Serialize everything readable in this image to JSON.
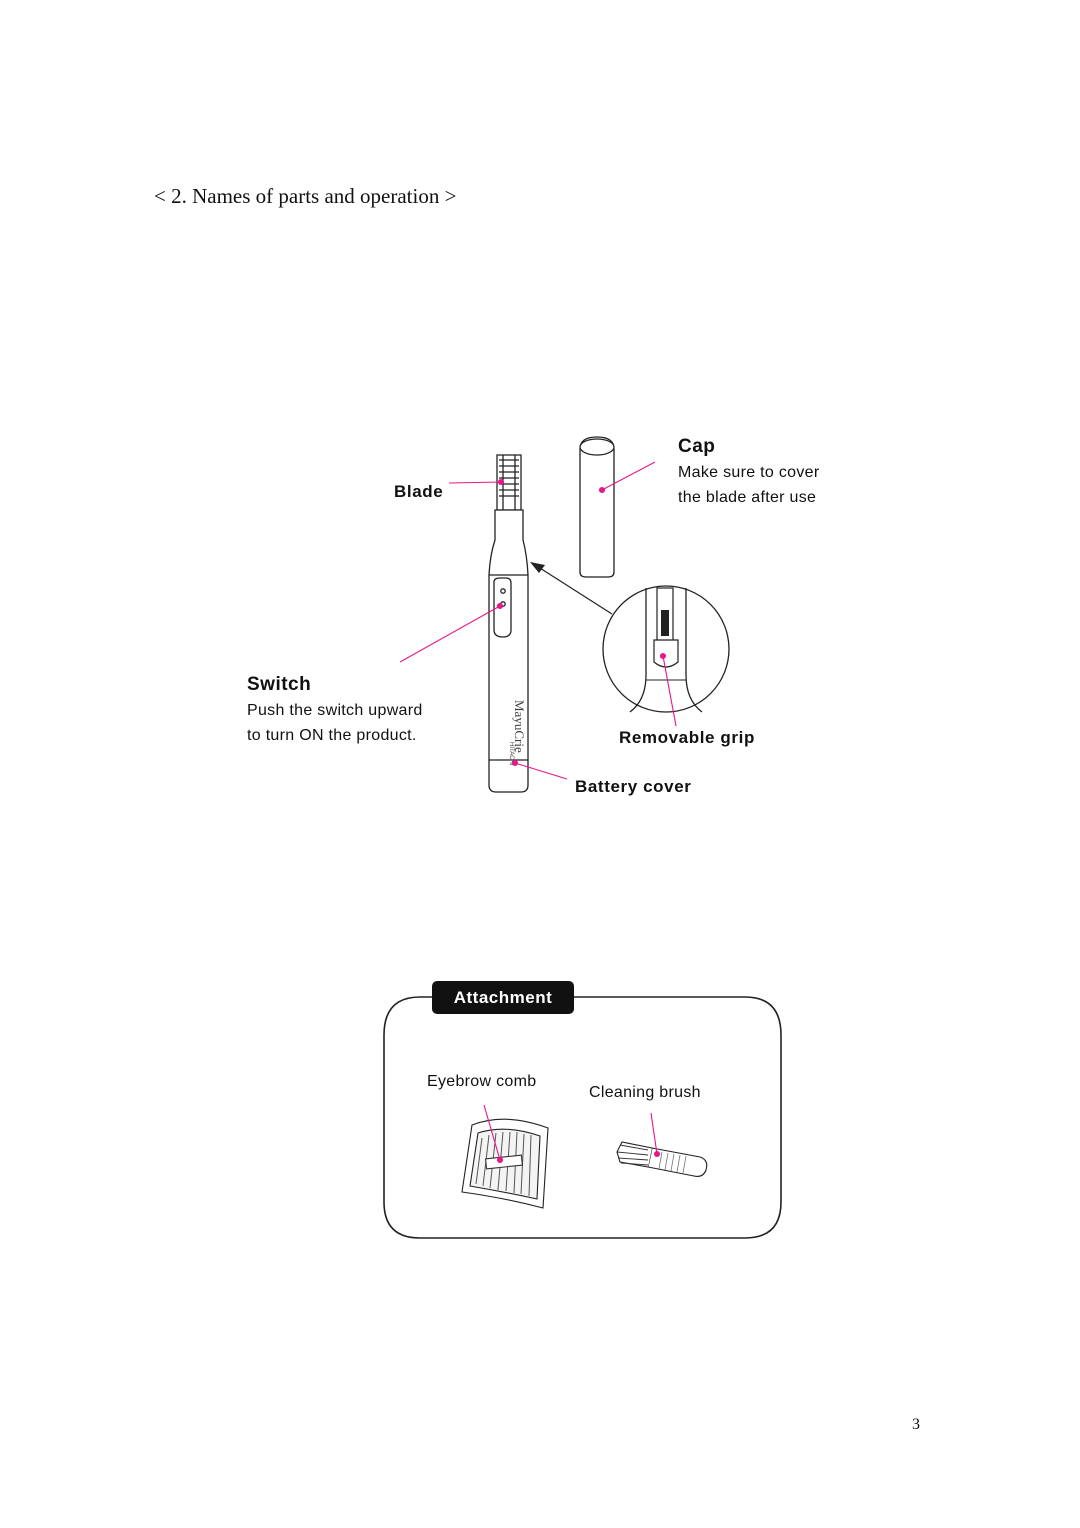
{
  "heading": "< 2.   Names of parts and operation >",
  "parts": {
    "blade": "Blade",
    "cap": "Cap",
    "cap_desc": [
      "Make sure to cover",
      "the blade after use"
    ],
    "switch": "Switch",
    "switch_desc": [
      "Push the switch upward",
      "to turn ON the product."
    ],
    "removable_grip": "Removable grip",
    "battery_cover": "Battery cover"
  },
  "product_markings": {
    "brand": "MayuCrie",
    "maker": "HITACHI"
  },
  "attachment": {
    "title": "Attachment",
    "items": [
      "Eyebrow comb",
      "Cleaning brush"
    ]
  },
  "page_number": "3",
  "colors": {
    "pointer": "#e8178a",
    "ink": "#111111"
  }
}
